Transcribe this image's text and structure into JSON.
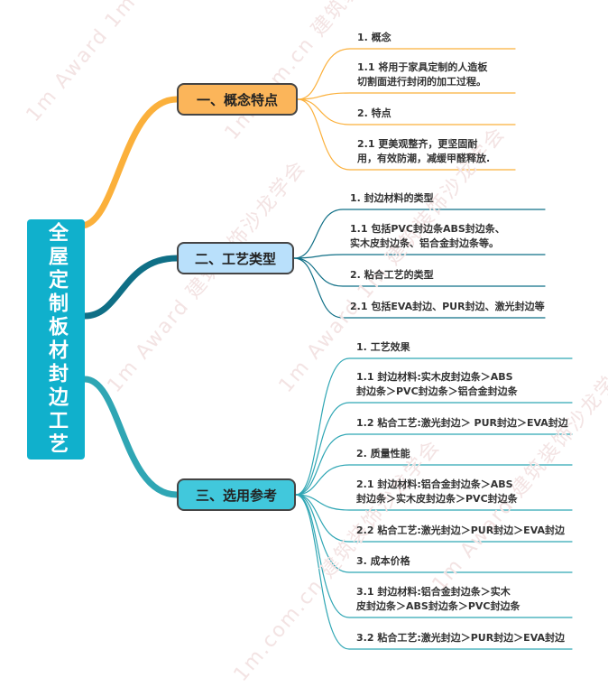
{
  "root": {
    "title": "全屋定制板材封边工艺"
  },
  "branches": [
    {
      "label": "一、概念特点",
      "color": "#fbb03b",
      "fill": "#fbb55a",
      "items": [
        [
          "1. 概念"
        ],
        [
          "1.1 将用于家具定制的人造板",
          "切割面进行封闭的加工过程。"
        ],
        [
          "2. 特点"
        ],
        [
          "2.1 更美观整齐，更坚固耐",
          "用，有效防潮，减缓甲醛释放."
        ]
      ]
    },
    {
      "label": "二、工艺类型",
      "color": "#0f6f86",
      "fill": "#b9e0fb",
      "items": [
        [
          "1. 封边材料的类型"
        ],
        [
          "1.1 包括PVC封边条ABS封边条、",
          "实木皮封边条、铝合金封边条等。"
        ],
        [
          "2. 粘合工艺的类型"
        ],
        [
          "2.1 包括EVA封边、PUR封边、激光封边等"
        ]
      ]
    },
    {
      "label": "三、选用参考",
      "color": "#2fa6b4",
      "fill": "#41c8dc",
      "items": [
        [
          "1. 工艺效果"
        ],
        [
          "1.1 封边材料:实木皮封边条＞ABS",
          "封边条＞PVC封边条＞铝合金封边条"
        ],
        [
          "1.2 粘合工艺:激光封边＞ PUR封边＞EVA封边"
        ],
        [
          "2. 质量性能"
        ],
        [
          "2.1 封边材料:铝合金封边条＞ABS",
          "封边条＞实木皮封边条＞PVC封边条"
        ],
        [
          "2.2 粘合工艺:激光封边＞PUR封边＞EVA封边"
        ],
        [
          "3. 成本价格"
        ],
        [
          "3.1 封边材料:铝合金封边条＞实木",
          "皮封边条＞ABS封边条＞PVC封边条"
        ],
        [
          "3.2 粘合工艺:激光封边＞PUR封边＞EVA封边"
        ]
      ]
    }
  ],
  "watermarks": [
    "1m Award 1m 建筑装饰沙龙学会",
    "1m.com.cn 建筑装饰沙龙学会",
    "1m Award 建筑装饰沙龙学会"
  ]
}
